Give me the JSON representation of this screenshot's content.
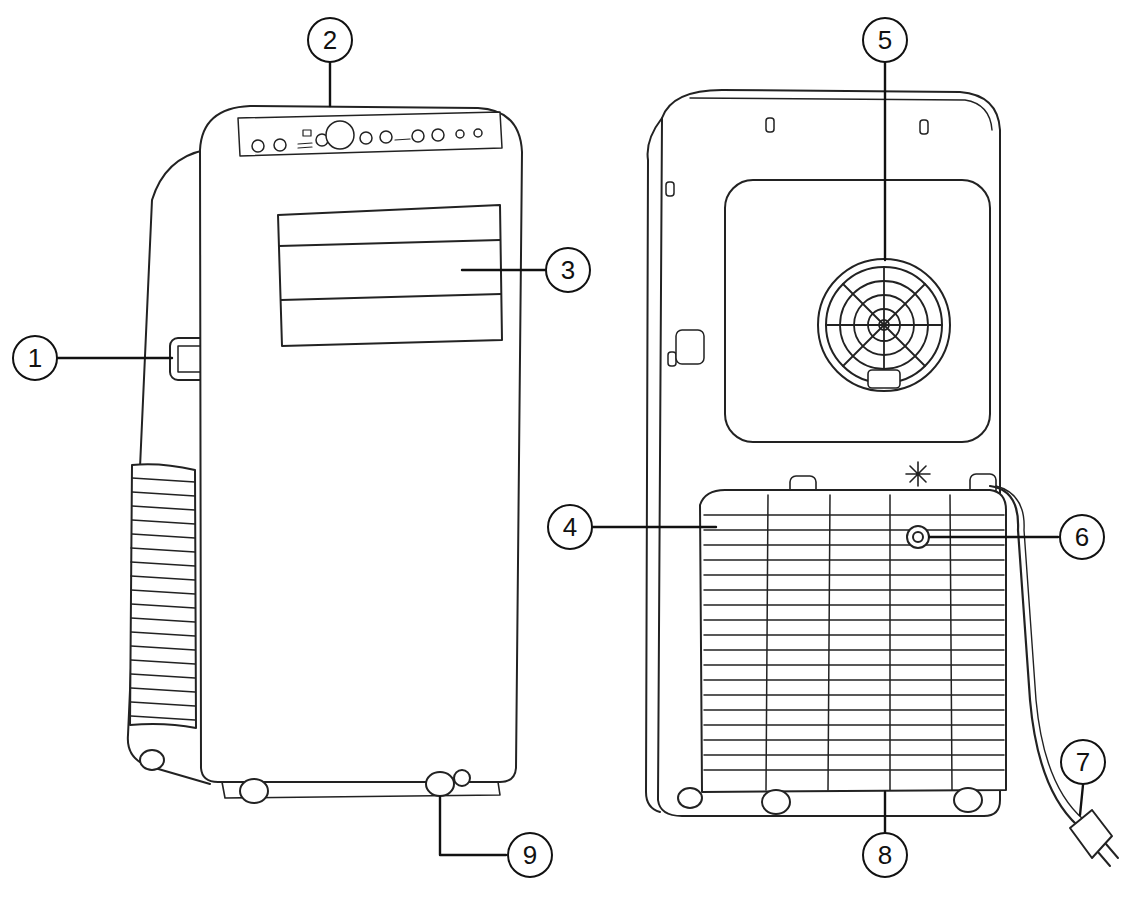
{
  "diagram": {
    "labels": [
      "2",
      "5",
      "1",
      "3",
      "4",
      "6",
      "7",
      "9",
      "8"
    ]
  }
}
